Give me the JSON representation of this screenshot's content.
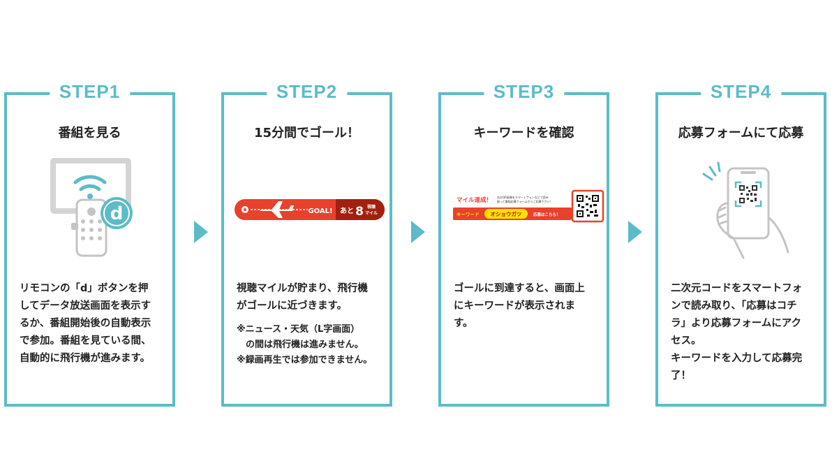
{
  "steps": [
    {
      "label": "STEP1",
      "title": "番組を見る",
      "body": "リモコンの「d」ボタンを押\nしてデータ放送画面を表示す\nるか、番組開始後の自動表示\nで参加。番組を見ている間、\n自動的に飛行機が進みます。",
      "illustration": {
        "button_letter": "d",
        "icon": "tv-remote-d-button-icon"
      }
    },
    {
      "label": "STEP2",
      "title": "15分間でゴール！",
      "body": "視聴マイルが貯まり、飛行機\nがゴールに近づきます。",
      "notes": "※ニュース・天気（L字画面）\n　の間は飛行機は進みません。\n※録画再生では参加できません。",
      "illustration": {
        "goal_text": "GOAL!",
        "remaining_prefix": "あと",
        "remaining_number": "8",
        "remaining_unit_line1": "視聴",
        "remaining_unit_line2": "マイル",
        "icon": "airplane-progress-icon"
      }
    },
    {
      "label": "STEP3",
      "title": "キーワードを確認",
      "body": "ゴールに到達すると、画面上\nにキーワードが表示されま\nす。",
      "illustration": {
        "achievement": "マイル達成！",
        "instruction_line1": "右のQR画像をスマートフォンなどで読み",
        "instruction_line2": "取って番組応募フォームからご応募下さい！",
        "keyword_label": "キーワード",
        "keyword": "オショウガツ",
        "apply_link": "応募はこちら！",
        "icon": "qr-code-icon"
      }
    },
    {
      "label": "STEP4",
      "title": "応募フォームにて応募",
      "body": "二次元コードをスマートフォ\nンで読み取り、「応募はコチ\nラ」より応募フォームにアク\nセス。\nキーワードを入力して応募完\n了！",
      "illustration": {
        "icon": "smartphone-scan-icon"
      }
    }
  ],
  "colors": {
    "accent": "#5bbcc8",
    "red": "#e8412c",
    "dark_red": "#a3200f",
    "yellow": "#ffe100",
    "text": "#222222"
  }
}
